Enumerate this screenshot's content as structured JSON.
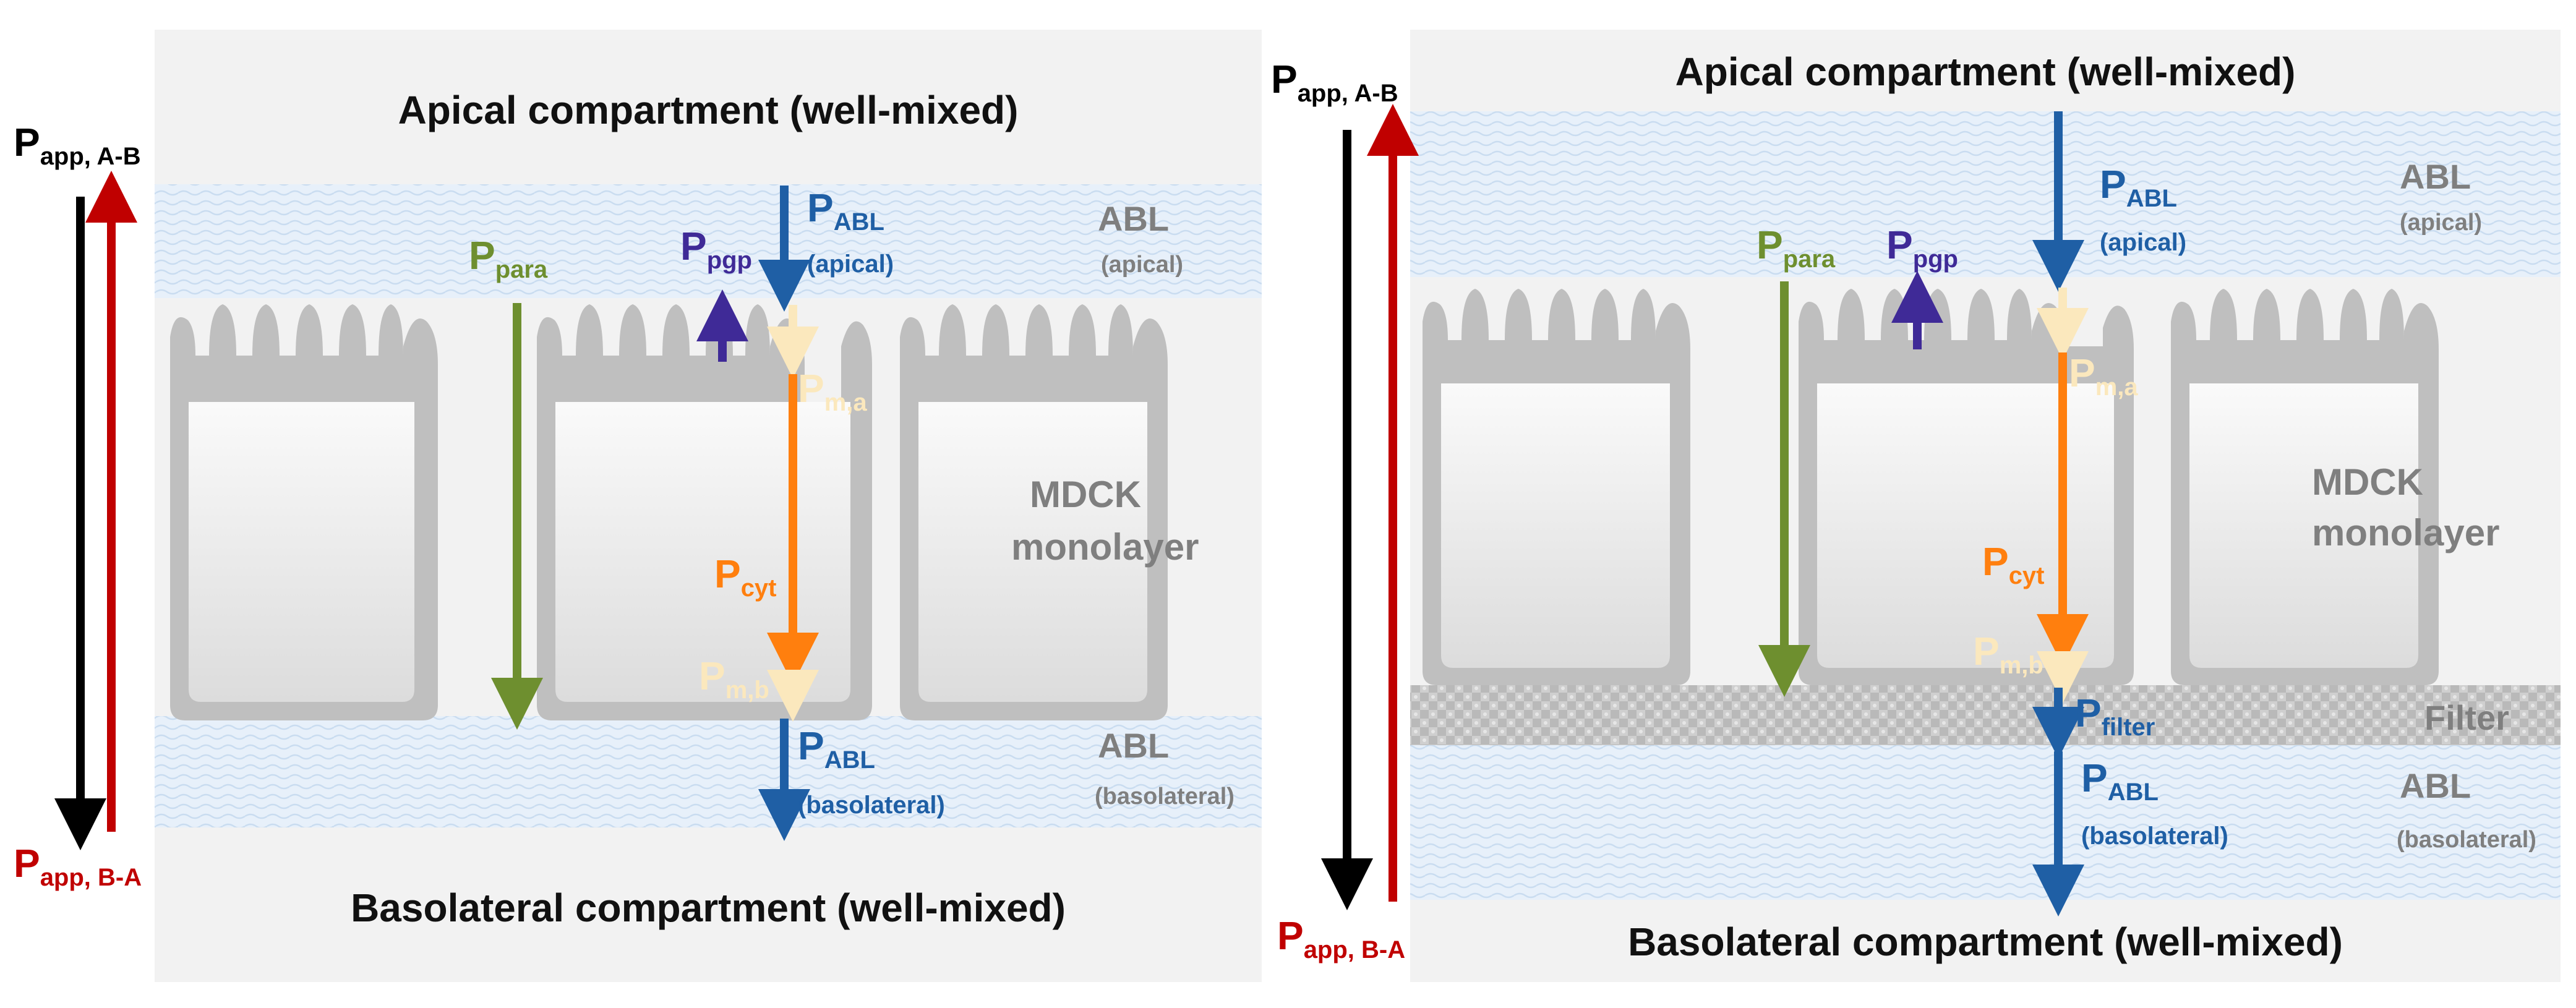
{
  "colors": {
    "black": "#000000",
    "red": "#c00000",
    "blue": "#1f5fa5",
    "green": "#6e8f2f",
    "purple": "#3f2a97",
    "orange": "#ff7f0e",
    "cream": "#fbe8bd",
    "grey_text": "#7f7f7f",
    "compartment_bg": "#f2f2f2",
    "abl_blue": "#e3eef9",
    "cell_grey": "#bfbfbf",
    "filter_grey": "#c8c8c8"
  },
  "left": {
    "apical_title": "Apical compartment (well-mixed)",
    "basolateral_title": "Basolateral compartment (well-mixed)",
    "abl_apical_label": "ABL",
    "abl_apical_sub": "(apical)",
    "abl_baso_label": "ABL",
    "abl_baso_sub": "(basolateral)",
    "mdck_line1": "MDCK",
    "mdck_line2": "monolayer",
    "papp_ab": {
      "main": "P",
      "sub": "app, A-B"
    },
    "papp_ba": {
      "main": "P",
      "sub": "app, B-A"
    },
    "ppara": {
      "main": "P",
      "sub": "para"
    },
    "ppgp": {
      "main": "P",
      "sub": "pgp"
    },
    "pabl_apical": {
      "main": "P",
      "sub": "ABL",
      "sub2": "(apical)"
    },
    "pma": {
      "main": "P",
      "sub": "m,a"
    },
    "pcyt": {
      "main": "P",
      "sub": "cyt"
    },
    "pmb": {
      "main": "P",
      "sub": "m,b"
    },
    "pabl_baso": {
      "main": "P",
      "sub": "ABL",
      "sub2": "(basolateral)"
    }
  },
  "right": {
    "apical_title": "Apical compartment (well-mixed)",
    "basolateral_title": "Basolateral compartment (well-mixed)",
    "abl_apical_label": "ABL",
    "abl_apical_sub": "(apical)",
    "abl_baso_label": "ABL",
    "abl_baso_sub": "(basolateral)",
    "filter_label": "Filter",
    "mdck_line1": "MDCK",
    "mdck_line2": "monolayer",
    "papp_ab": {
      "main": "P",
      "sub": "app, A-B"
    },
    "papp_ba": {
      "main": "P",
      "sub": "app, B-A"
    },
    "ppara": {
      "main": "P",
      "sub": "para"
    },
    "ppgp": {
      "main": "P",
      "sub": "pgp"
    },
    "pabl_apical": {
      "main": "P",
      "sub": "ABL",
      "sub2": "(apical)"
    },
    "pma": {
      "main": "P",
      "sub": "m,a"
    },
    "pcyt": {
      "main": "P",
      "sub": "cyt"
    },
    "pmb": {
      "main": "P",
      "sub": "m,b"
    },
    "pfilter": {
      "main": "P",
      "sub": "filter"
    },
    "pabl_baso": {
      "main": "P",
      "sub": "ABL",
      "sub2": "(basolateral)"
    }
  }
}
